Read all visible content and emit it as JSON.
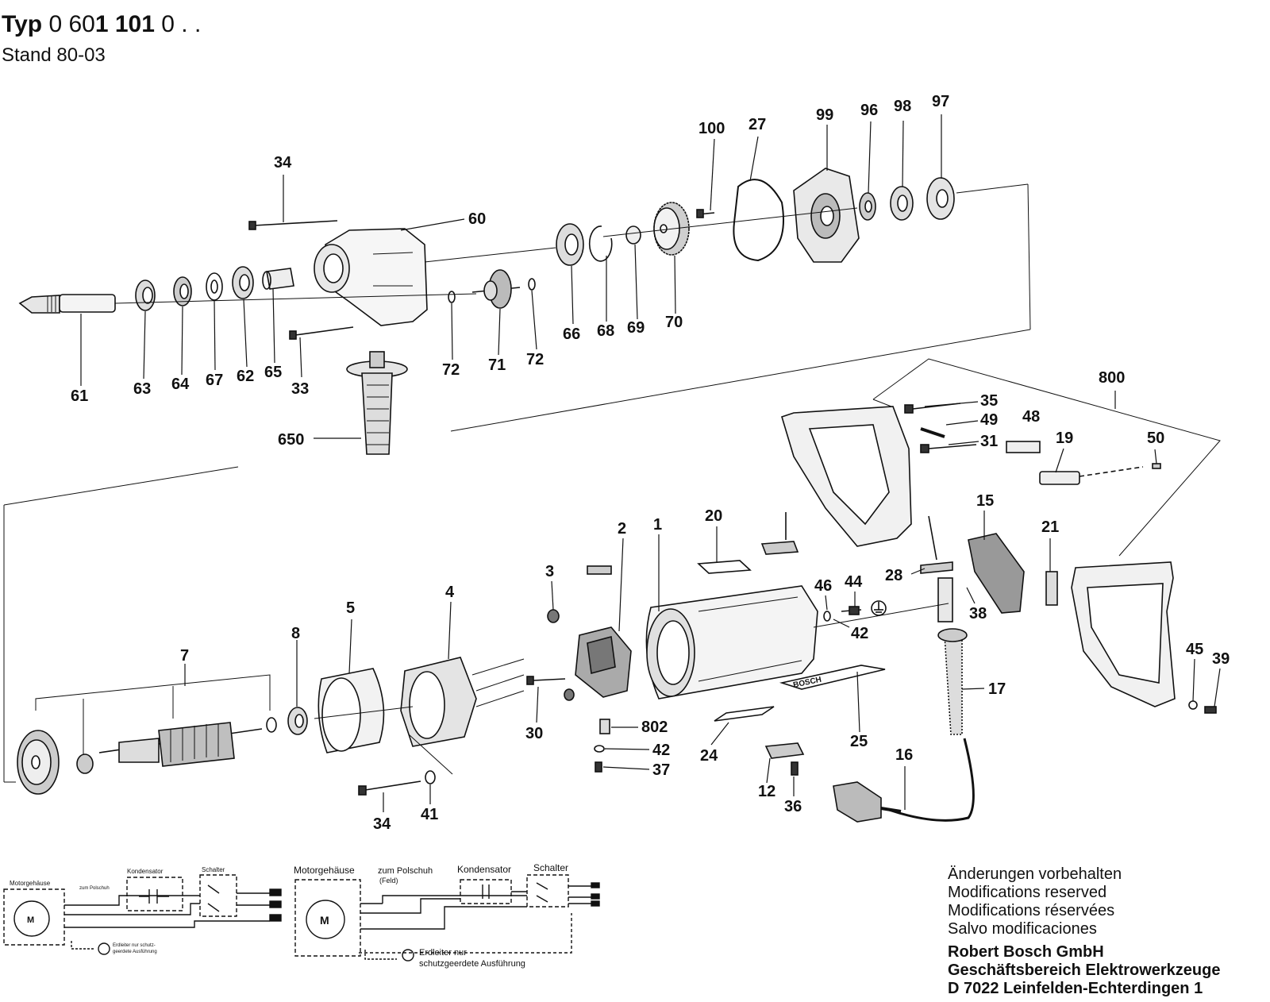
{
  "header": {
    "typ_label": "Typ",
    "typ_number_plain": "0 60",
    "typ_number_bold": "1 101",
    "typ_suffix": "0 . .",
    "stand": "Stand 80-03"
  },
  "parts": {
    "p100": "100",
    "p27": "27",
    "p99": "99",
    "p96": "96",
    "p98": "98",
    "p97": "97",
    "p34a": "34",
    "p60": "60",
    "p66": "66",
    "p68": "68",
    "p69": "69",
    "p70": "70",
    "p61": "61",
    "p63": "63",
    "p64": "64",
    "p67": "67",
    "p62": "62",
    "p65": "65",
    "p33": "33",
    "p72a": "72",
    "p71": "71",
    "p72b": "72",
    "p650": "650",
    "p800": "800",
    "p35": "35",
    "p49": "49",
    "p48": "48",
    "p31": "31",
    "p19": "19",
    "p50": "50",
    "p15": "15",
    "p21": "21",
    "p28": "28",
    "p38": "38",
    "p45": "45",
    "p39": "39",
    "p17": "17",
    "p16": "16",
    "p2": "2",
    "p1": "1",
    "p20": "20",
    "p3": "3",
    "p46": "46",
    "p44": "44",
    "p42a": "42",
    "p5": "5",
    "p4": "4",
    "p8": "8",
    "p7": "7",
    "p30": "30",
    "p802": "802",
    "p42b": "42",
    "p37": "37",
    "p24": "24",
    "p25": "25",
    "p12": "12",
    "p36": "36",
    "p34b": "34",
    "p41": "41"
  },
  "housing_text": "BOSCH",
  "wiring_small": {
    "motorgehaeuse": "Motorgehäuse",
    "polschuh": "zum Polschuh",
    "kondensator": "Kondensator",
    "schalter": "Schalter",
    "motor": "M",
    "erdleiter": "Erdleiter nur schutz-",
    "erdleiter2": "geerdete Ausführung"
  },
  "wiring_large": {
    "motorgehaeuse": "Motorgehäuse",
    "polschuh": "zum Polschuh",
    "feld": "(Feld)",
    "kondensator": "Kondensator",
    "schalter": "Schalter",
    "motor": "M",
    "erdleiter": "Erdleiter nur",
    "erdleiter2": "schutzgeerdete Ausführung"
  },
  "notes": {
    "de": "Änderungen vorbehalten",
    "en": "Modifications reserved",
    "fr": "Modifications réservées",
    "es": "Salvo modificaciones"
  },
  "company": {
    "name": "Robert Bosch GmbH",
    "division": "Geschäftsbereich Elektrowerkzeuge",
    "address": "D 7022 Leinfelden-Echterdingen 1"
  }
}
